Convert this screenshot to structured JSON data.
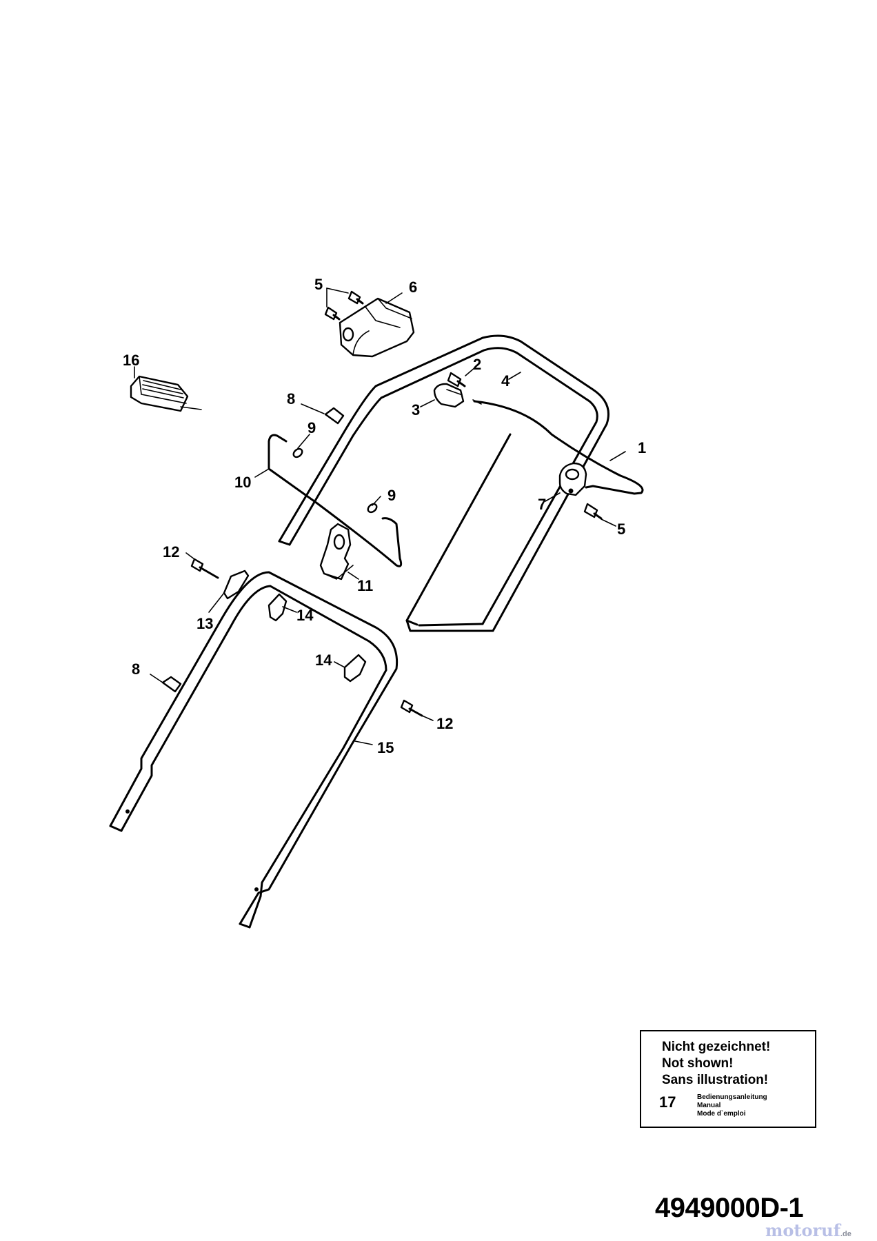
{
  "callouts": {
    "c1": "1",
    "c2": "2",
    "c3": "3",
    "c4": "4",
    "c5a": "5",
    "c5b": "5",
    "c6": "6",
    "c7": "7",
    "c8a": "8",
    "c8b": "8",
    "c9a": "9",
    "c9b": "9",
    "c10": "10",
    "c11": "11",
    "c12a": "12",
    "c12b": "12",
    "c13": "13",
    "c14a": "14",
    "c14b": "14",
    "c15": "15",
    "c16": "16"
  },
  "not_shown_box": {
    "line_de": "Nicht gezeichnet!",
    "line_en": "Not shown!",
    "line_fr": "Sans illustration!",
    "item_number": "17",
    "item_de": "Bedienungsanleitung",
    "item_en": "Manual",
    "item_fr": "Mode d`emploi"
  },
  "drawing_number": "4949000D-1",
  "watermark": {
    "text": "motoruf",
    "tld": ".de",
    "color": "#b8bfe6"
  }
}
